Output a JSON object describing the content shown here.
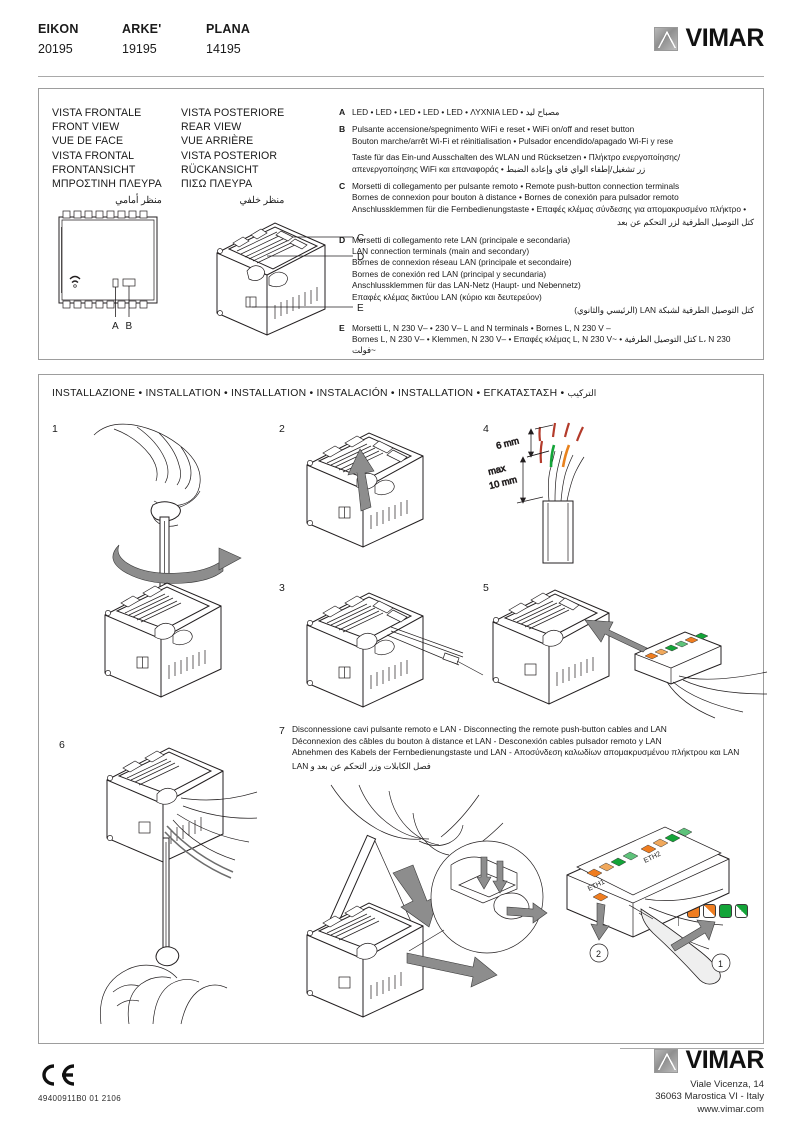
{
  "header": {
    "products": [
      {
        "name": "EIKON",
        "code": "20195"
      },
      {
        "name": "ARKE'",
        "code": "19195"
      },
      {
        "name": "PLANA",
        "code": "14195"
      }
    ],
    "brand": "VIMAR"
  },
  "overview": {
    "front_view_labels": [
      "VISTA FRONTALE",
      "FRONT VIEW",
      "VUE DE FACE",
      "VISTA FRONTAL",
      "FRONTANSICHT",
      "ΜΠΡΟΣΤΙΝΗ ΠΛΕΥΡΑ",
      "منظر أمامي"
    ],
    "rear_view_labels": [
      "VISTA POSTERIORE",
      "REAR VIEW",
      "VUE ARRIÈRE",
      "VISTA POSTERIOR",
      "RÜCKANSICHT",
      "ΠΙΣΩ ΠΛΕΥΡΑ",
      "منظر خلفي"
    ],
    "callouts": {
      "a": "A",
      "b": "B",
      "c": "C",
      "d": "D",
      "e": "E"
    },
    "legend": [
      {
        "key": "A",
        "lines": [
          "LED • LED • LED • LED • LED • ΛΥΧΝΙΑ LED •"
        ],
        "arabic": "مصباح ليد"
      },
      {
        "key": "B",
        "lines": [
          "Pulsante accensione/spegnimento WiFi e reset • WiFi on/off and reset button",
          "Bouton marche/arrêt Wi-Fi et réinitialisation • Pulsador encendido/apagado Wi-Fi y rese",
          "Taste für das Ein-und Ausschalten des WLAN und Rücksetzen • Πλήκτρο ενεργοποίησης/",
          "απενεργοποίησης WiFi και επαναφοράς •"
        ],
        "arabic": "زر تشغيل/إطفاء الواي فاي وإعادة الضبط"
      },
      {
        "key": "C",
        "lines": [
          "Morsetti di collegamento per pulsante remoto • Remote push-button connection terminals",
          "Bornes de connexion pour bouton à distance • Bornes de conexión para pulsador remoto",
          "Anschlussklemmen für die Fernbedienungstaste • Επαφές κλέμας σύνδεσης για απομακρυσμένο πλήκτρο •"
        ],
        "arabic": "كتل التوصيل الطرفية لزر التحكم عن بعد"
      },
      {
        "key": "D",
        "lines": [
          "Morsetti di collegamento rete LAN (principale e secondaria)",
          "LAN connection terminals (main and secondary)",
          "Bornes de connexion réseau LAN (principale et secondaire)",
          "Bornes de conexión red LAN (principal y secundaria)",
          "Anschlussklemmen für das LAN-Netz (Haupt- und Nebennetz)",
          "Επαφές κλέμας δικτύου LAN (κύριο και δευτερεύον)"
        ],
        "arabic": "كتل التوصيل الطرفية لشبكة LAN (الرئيسي والثانوي)"
      },
      {
        "key": "E",
        "lines": [
          "Morsetti L, N 230 V– • 230 V– L and N terminals • Bornes L, N 230 V –",
          "Bornes L, N 230 V– • Klemmen, N 230 V– • Επαφές κλέμας L, N 230 V~ •"
        ],
        "arabic": "كتل التوصيل الطرفية L، N 230 فولت~"
      }
    ]
  },
  "install": {
    "title": "INSTALLAZIONE • INSTALLATION • INSTALLATION • INSTALACIÓN • INSTALLATION • ΕΓΚΑΤΑΣΤΑΣΗ •",
    "title_arabic": "التركيب",
    "steps": [
      "1",
      "2",
      "3",
      "4",
      "5",
      "6",
      "7"
    ],
    "step4": {
      "dim_strip": "6 mm",
      "dim_max_1": "max",
      "dim_max_2": "10 mm"
    },
    "eth_legend": {
      "eth1_label": "ETH1",
      "eth2_label": "ETH2",
      "eth1_colors": [
        "orange",
        "orange-white",
        "green",
        "green-white"
      ],
      "eth2_colors": [
        "orange",
        "orange-white",
        "green",
        "green-white"
      ],
      "color_hex": {
        "orange": "#ef7d20",
        "green": "#13a438",
        "white": "#ffffff"
      }
    },
    "step7_text": {
      "lines": [
        "Disconnessione cavi pulsante remoto e LAN - Disconnecting the remote push-button cables and LAN",
        "Déconnexion des câbles du bouton à distance et LAN - Desconexión cables pulsador remoto y LAN",
        "Abnehmen des Kabels der Fernbedienungstaste und LAN - Αποσύνδεση καλωδίων απομακρυσμένου πλήκτρου και LAN"
      ],
      "arabic": "فصل الكابلات وزر التحكم عن بعد و LAN",
      "detail_markers": [
        "1",
        "2"
      ]
    },
    "connector_labels": {
      "eth1": "ETH1",
      "eth2": "ETH2"
    }
  },
  "footer": {
    "ce_mark": "CE",
    "doc_code": "49400911B0  01  2106",
    "brand": "VIMAR",
    "address_lines": [
      "Viale Vicenza, 14",
      "36063 Marostica VI - Italy",
      "www.vimar.com"
    ]
  }
}
